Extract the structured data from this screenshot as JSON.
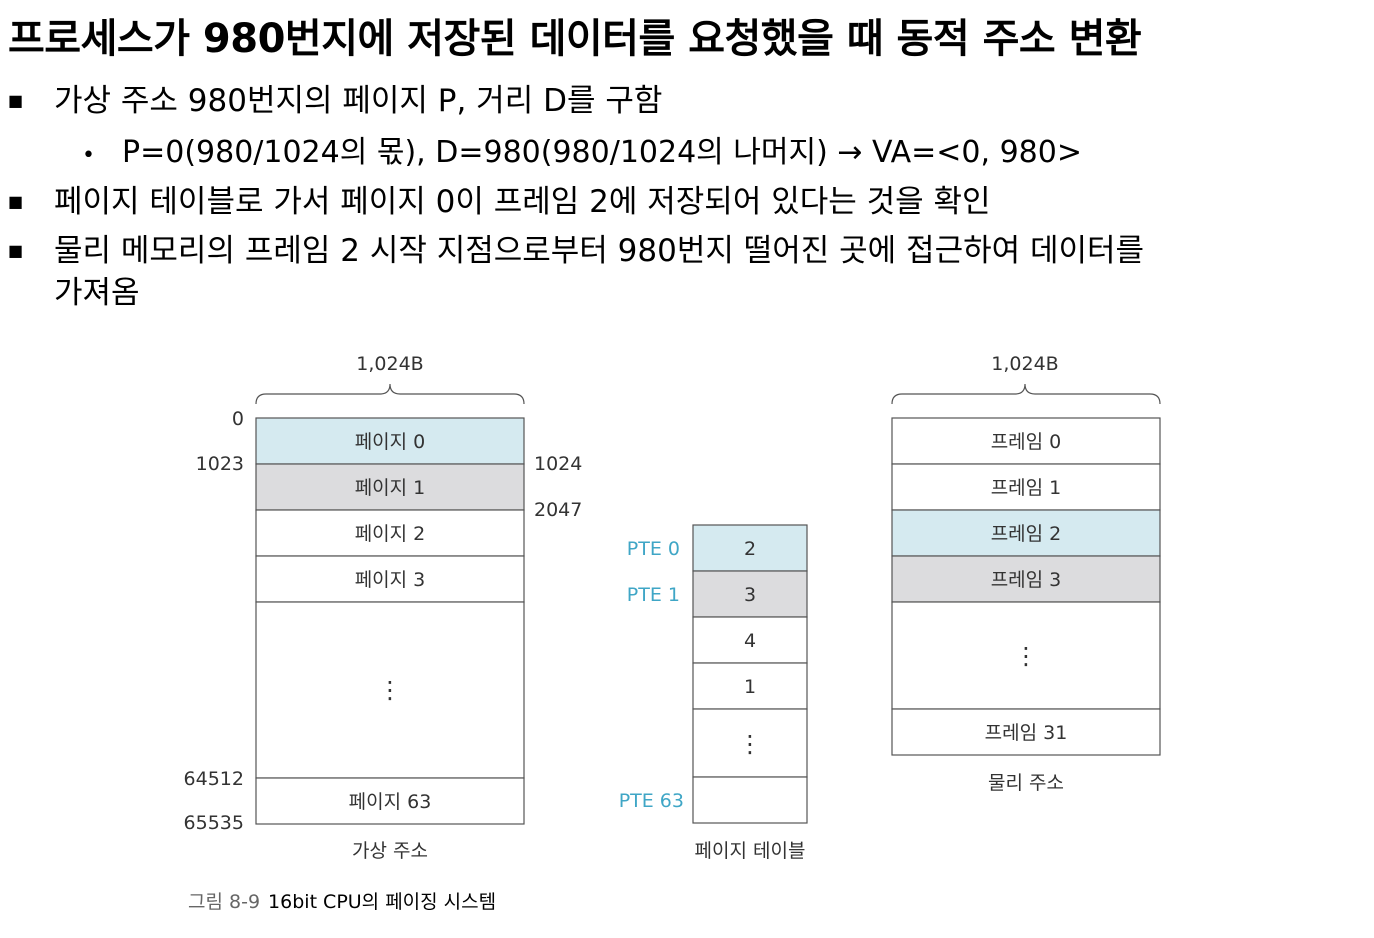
{
  "slide": {
    "title": "프로세스가 980번지에 저장된 데이터를 요청했을 때 동적 주소 변환",
    "bullets": [
      "가상 주소 980번지의 페이지 P, 거리 D를 구함",
      "페이지 테이블로 가서 페이지 0이 프레임 2에 저장되어 있다는 것을 확인",
      "물리 메모리의 프레임 2 시작 지점으로부터 980번지 떨어진 곳에 접근하여 데이터를"
    ],
    "bullet3_line2": "가져옴",
    "sub_bullet": "P=0(980/1024의 몫), D=980(980/1024의 나머지) → VA=<0, 980>"
  },
  "figure": {
    "virtual": {
      "size_label": "1,024B",
      "label": "가상 주소",
      "pages": [
        "페이지 0",
        "페이지 1",
        "페이지 2",
        "페이지 3",
        "⋮",
        "페이지 63"
      ],
      "left_addresses": [
        "0",
        "1023",
        "64512",
        "65535"
      ],
      "right_addresses": [
        "1024",
        "2047"
      ]
    },
    "page_table": {
      "label": "페이지 테이블",
      "entries": [
        "2",
        "3",
        "4",
        "1",
        "⋮",
        ""
      ],
      "pte_labels": [
        "PTE 0",
        "PTE 1",
        "PTE 63"
      ]
    },
    "physical": {
      "size_label": "1,024B",
      "label": "물리 주소",
      "frames": [
        "프레임 0",
        "프레임 1",
        "프레임 2",
        "프레임 3",
        "⋮",
        "프레임 31"
      ]
    },
    "caption_number": "그림 8-9",
    "caption_text": "16bit CPU의 페이징 시스템",
    "colors": {
      "highlight_blue": "#d5eaf0",
      "highlight_gray": "#dcdcde",
      "pte_label": "#3fa6c6",
      "border": "#555555",
      "text": "#333333"
    }
  }
}
